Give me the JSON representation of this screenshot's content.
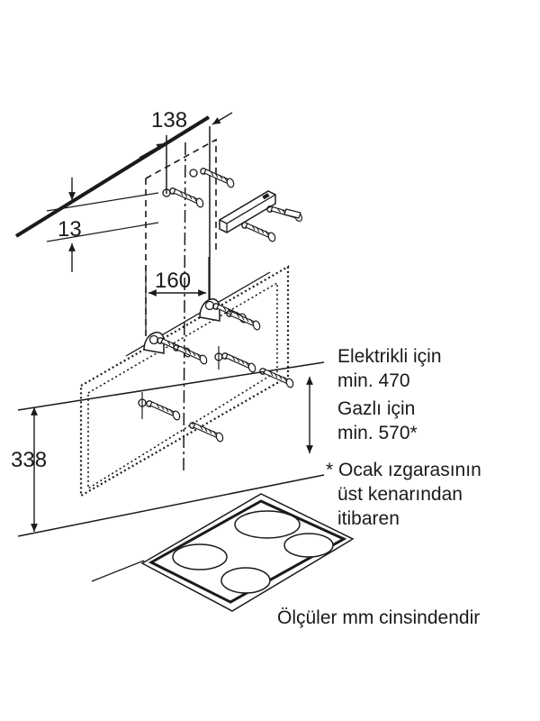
{
  "dimensions": {
    "bracket_spacing": "138",
    "bracket_drop": "13",
    "screw_spacing": "160",
    "mount_height": "338"
  },
  "notes": {
    "electric_line1": "Elektrikli için",
    "electric_line2": "min. 470",
    "gas_line1": "Gazlı için",
    "gas_line2": "min. 570*",
    "footnote_line1": "* Ocak ızgarasının",
    "footnote_line2": "üst kenarından",
    "footnote_line3": "itibaren"
  },
  "units_note": "Ölçüler mm cinsindendir"
}
